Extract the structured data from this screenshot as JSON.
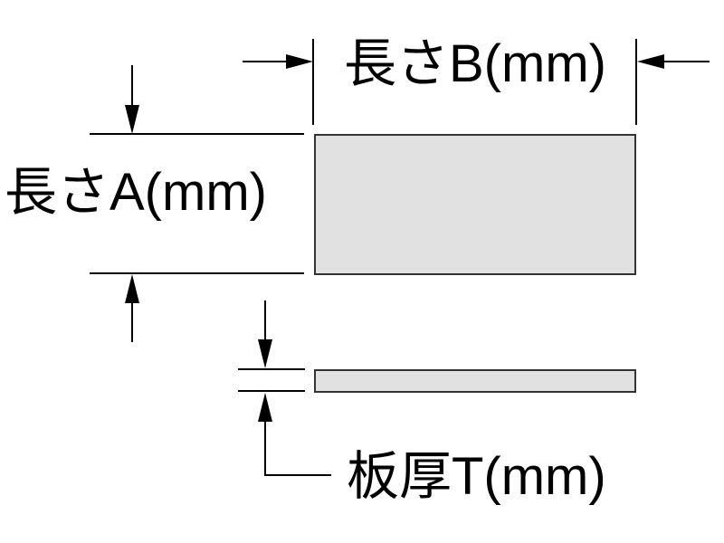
{
  "diagram": {
    "type": "plate-dimension-diagram",
    "labels": {
      "length_b": "長さB(mm)",
      "length_a": "長さA(mm)",
      "thickness_t": "板厚T(mm)"
    },
    "colors": {
      "background": "#ffffff",
      "line": "#000000",
      "plate_fill": "#e1e1e1",
      "plate_border": "#333333"
    }
  }
}
